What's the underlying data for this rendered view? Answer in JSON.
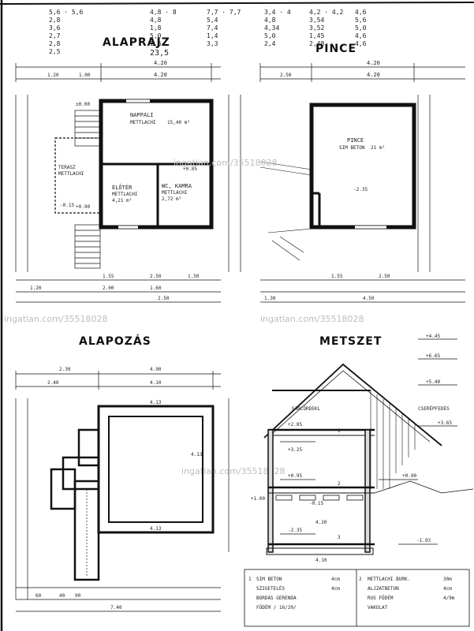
{
  "plans": {
    "floor_plan": {
      "title": "ALAPRAJZ",
      "rooms": [
        {
          "name": "NAPPALI",
          "finish": "METTLACHI",
          "area": "15,40 m²"
        },
        {
          "name": "TERASZ",
          "finish": "METTLACHI",
          "area": ""
        },
        {
          "name": "ELŐTÉR",
          "finish": "METTLACHI",
          "area": "4,21 m²"
        },
        {
          "name": "WC, KAMRA",
          "finish": "METTLACHI",
          "area": "2,72 m²"
        }
      ],
      "levels": {
        "top": "±0.00",
        "wc": "+0.05",
        "terrace": "-0.15",
        "step": "+0.90"
      },
      "dims": {
        "top_total": "4.20",
        "top_inner": "4.20",
        "top_left": "1.20",
        "top_a": "1.00",
        "bottom_a": "1.55",
        "bottom_b": "2.50",
        "bottom_c": "1.50",
        "bottom_d": "1.20",
        "bottom_e": "2.00",
        "bottom_f": "1.60",
        "bottom_g": "2.50"
      }
    },
    "basement": {
      "title": "PINCE",
      "room": {
        "name": "PINCE",
        "finish": "SIM BETON",
        "area": "21 m²"
      },
      "levels": {
        "floor": "-2.35"
      },
      "dims": {
        "top_total": "4.20",
        "top_inner": "4.20",
        "left": "2.50",
        "bottom_a": "1.55",
        "bottom_b": "2.50",
        "bottom_c": "1.30",
        "bottom_d": "4.50"
      }
    },
    "foundation": {
      "title": "ALAPOZÁS",
      "dims": {
        "top_a": "2.30",
        "top_b": "4.90",
        "top_c": "2.40",
        "top_d": "4.10",
        "side": "4.13",
        "bottom": "7.40",
        "b1": "60",
        "b2": "40",
        "b3": "90"
      }
    },
    "section": {
      "title": "METSZET",
      "levels": [
        "+4.45",
        "+6.65",
        "+5.40",
        "+3.65",
        "+2.85",
        "+3.25",
        "+0.95",
        "+0.90",
        "-0.15",
        "-2.35",
        "+1.00",
        "-1.93"
      ],
      "labels": [
        "FARCÖRDEKL",
        "CSERÉPFEDÉS",
        "1",
        "2",
        "3"
      ],
      "dims": {
        "width": "4.20",
        "width2": "4.10"
      }
    }
  },
  "legend": {
    "left": [
      {
        "num": "1",
        "text": "SIM BETON",
        "thick": "4cm"
      },
      {
        "num": "",
        "text": "SZIGETELÉS",
        "thick": "4cm"
      },
      {
        "num": "",
        "text": "BORDÁS GERENDA",
        "thick": ""
      },
      {
        "num": "",
        "text": "FÖDÉM / 16/20/",
        "thick": ""
      }
    ],
    "right": [
      {
        "num": "2",
        "text": "METTLACHI BURK.",
        "thick": "30m"
      },
      {
        "num": "",
        "text": "ALJZATBETON",
        "thick": "4cm"
      },
      {
        "num": "",
        "text": "RUS FÖDÉM",
        "thick": "4/9m"
      },
      {
        "num": "",
        "text": "VAKOLAT",
        "thick": ""
      }
    ]
  },
  "calculations": {
    "col1": [
      "5,6 · 5,6",
      "2,8",
      "3,6",
      "2,7",
      "2,8",
      "2,5"
    ],
    "col2": [
      "4,8 · 8",
      "4,8",
      "1,8",
      "5,0",
      "1,6"
    ],
    "col3": [
      "7,7 · 7,7",
      "5,4",
      "7,4",
      "1,4",
      "3,3"
    ],
    "col4": [
      "3,4 · 4",
      "4,8",
      "4,34",
      "5,0",
      "2,4"
    ],
    "col5": [
      "4,2 · 4,2",
      "3,54",
      "3,52",
      "1,45",
      "2,48"
    ],
    "col6": [
      "4,6",
      "5,6",
      "5,0",
      "4,6",
      "4,6"
    ],
    "sum": "23,5"
  },
  "watermark": "ingatlan.com/35518028"
}
